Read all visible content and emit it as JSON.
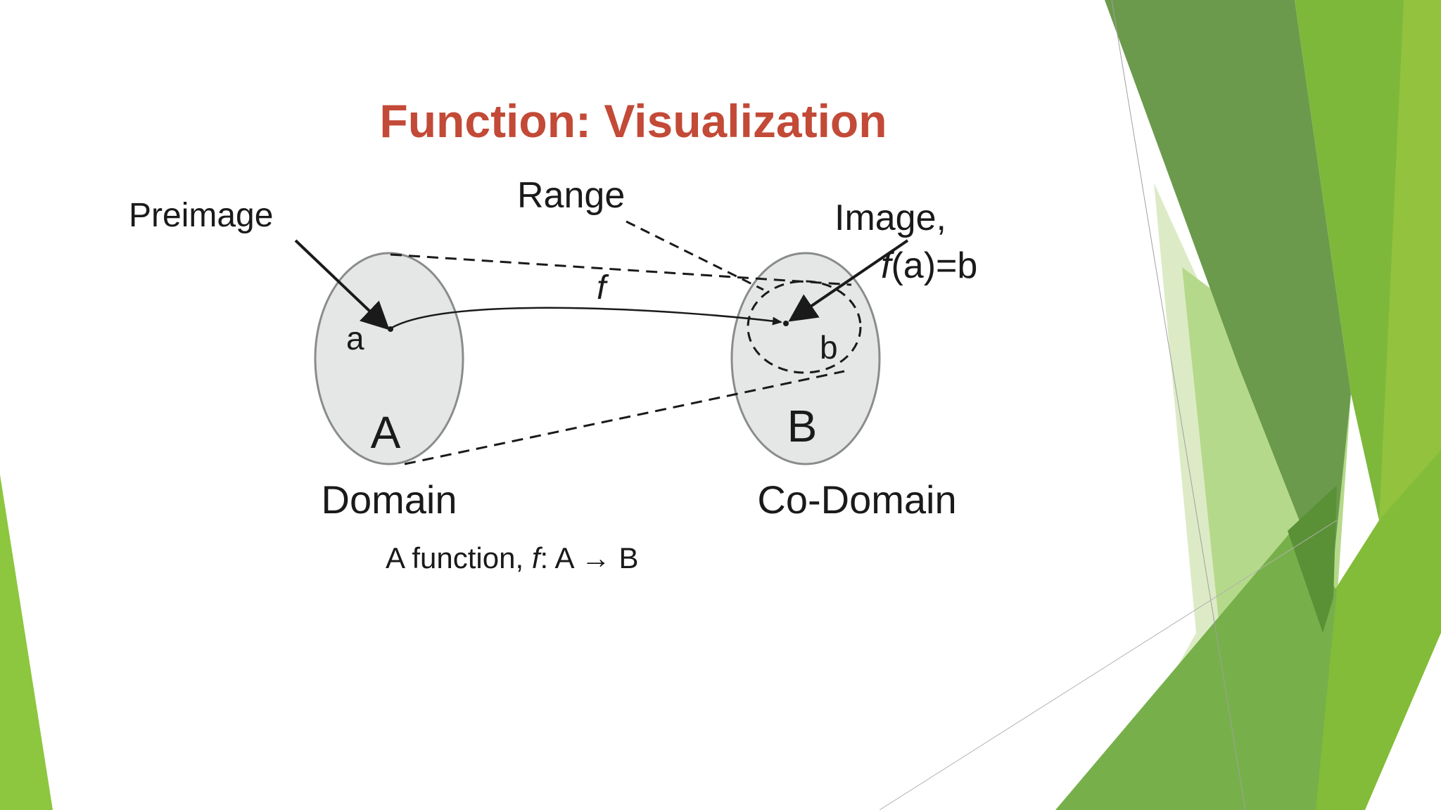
{
  "title": "Function: Visualization",
  "colors": {
    "title": "#C24A37",
    "set_fill": "#E5E6E6",
    "set_stroke": "#8A8C8C",
    "green_dark": "#5E9443",
    "green_mid": "#76B041",
    "green_bright": "#8DC63F",
    "green_light": "#B5D98A",
    "green_pale": "#DCEBC6"
  },
  "labels": {
    "preimage": "Preimage",
    "range": "Range",
    "image": "Image,",
    "image_eq": "(a)=b",
    "image_f": "f",
    "f": "f",
    "a": "a",
    "b": "b",
    "set_a": "A",
    "set_b": "B",
    "domain": "Domain",
    "codomain": "Co-Domain"
  },
  "caption": {
    "prefix": "A function, ",
    "f": "f",
    "rest": ": A → B"
  }
}
